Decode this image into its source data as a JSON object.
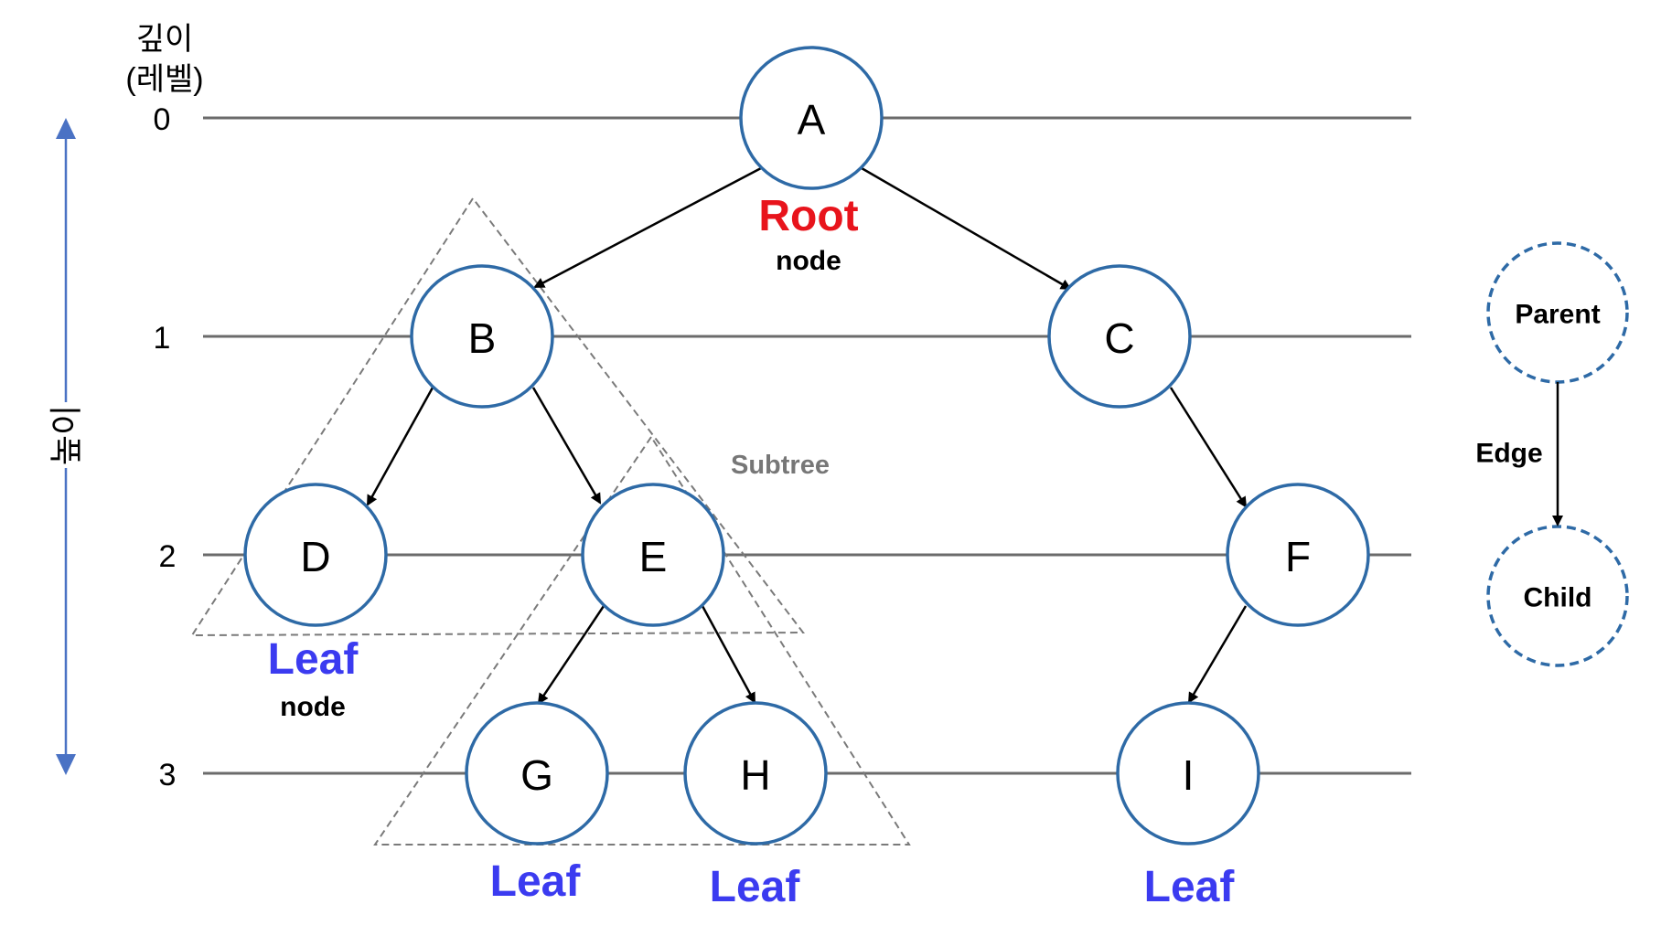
{
  "axis": {
    "depth_label_line1": "깊이",
    "depth_label_line2": "(레벨)",
    "height_label": "높이",
    "levels": [
      "0",
      "1",
      "2",
      "3"
    ]
  },
  "nodes": {
    "A": "A",
    "B": "B",
    "C": "C",
    "D": "D",
    "E": "E",
    "F": "F",
    "G": "G",
    "H": "H",
    "I": "I"
  },
  "annotations": {
    "root_title": "Root",
    "root_sub": "node",
    "leaf_title": "Leaf",
    "leaf_sub": "node",
    "leaf": "Leaf",
    "subtree": "Subtree"
  },
  "legend": {
    "parent": "Parent",
    "child": "Child",
    "edge": "Edge"
  },
  "colors": {
    "node_stroke": "#2e6aa6",
    "level_line": "#6b6b6b",
    "root_text": "#e8141c",
    "leaf_text": "#3b3bf0",
    "subtree_text": "#777777",
    "axis_arrow": "#4a72c4",
    "subtree_outline": "#7a7a7a"
  }
}
